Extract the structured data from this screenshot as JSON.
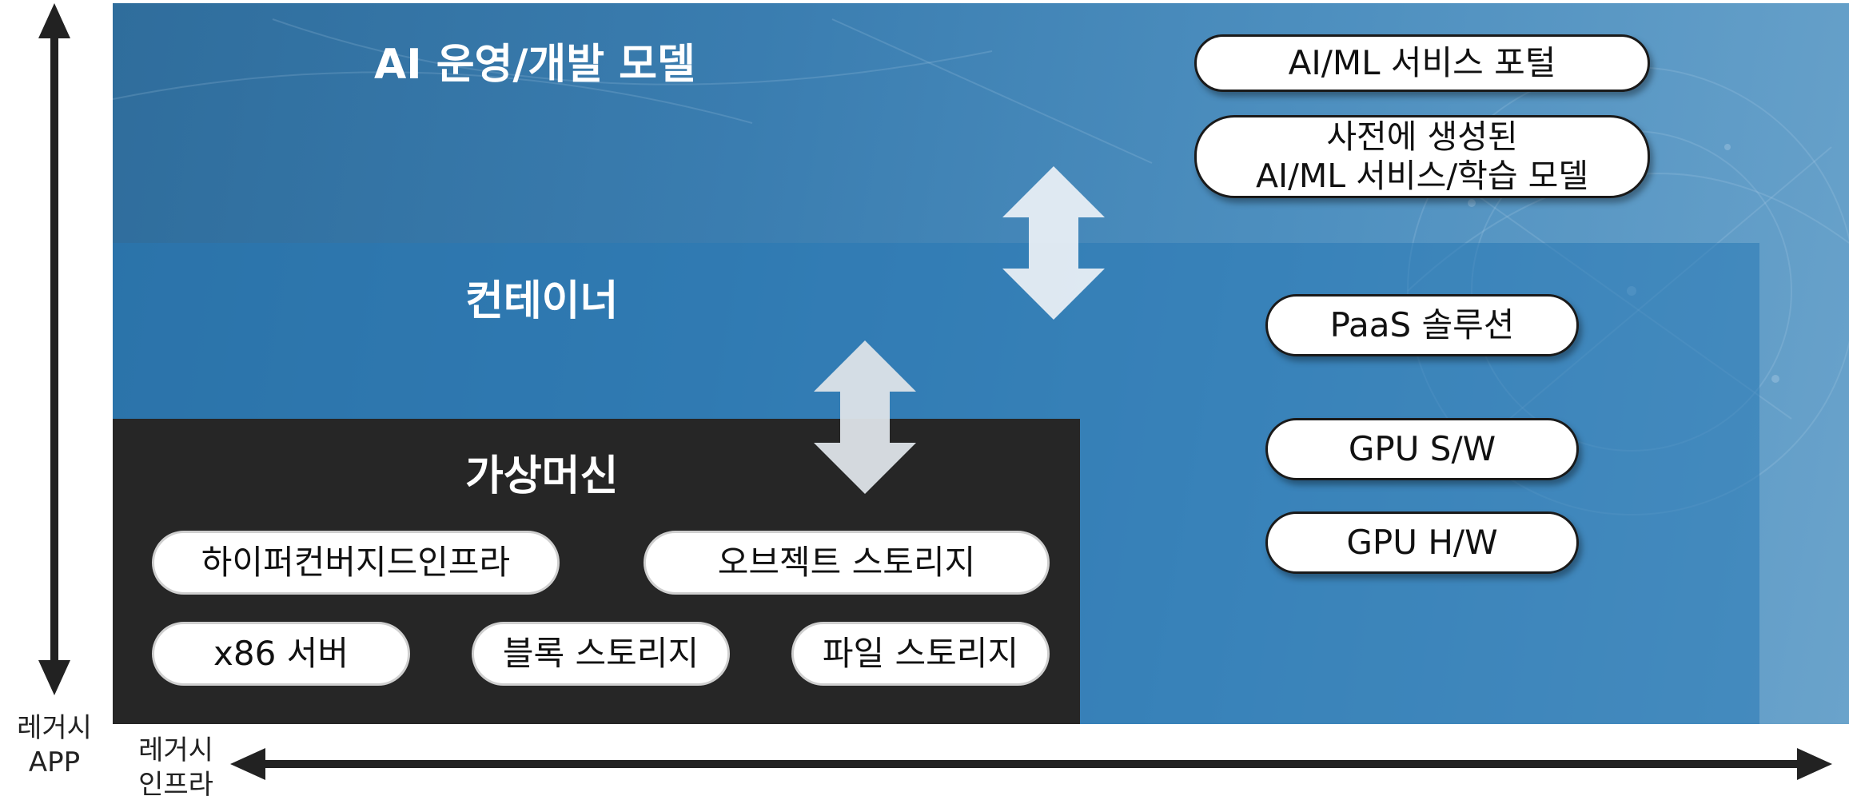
{
  "sections": {
    "ai": {
      "title": "AI 운영/개발 모델"
    },
    "container": {
      "title": "컨테이너"
    },
    "vm": {
      "title": "가상머신"
    }
  },
  "pills": {
    "ai_portal": "AI/ML 서비스 포털",
    "ai_pretrained_line1": "사전에 생성된",
    "ai_pretrained_line2": "AI/ML 서비스/학습 모델",
    "paas": "PaaS 솔루션",
    "gpu_sw": "GPU S/W",
    "gpu_hw": "GPU H/W",
    "hci": "하이퍼컨버지드인프라",
    "object_storage": "오브젝트 스토리지",
    "x86_server": "x86 서버",
    "block_storage": "블록 스토리지",
    "file_storage": "파일 스토리지"
  },
  "axes": {
    "vertical_label_line1": "레거시",
    "vertical_label_line2": "APP",
    "horizontal_label_line1": "레거시",
    "horizontal_label_line2": "인프라"
  },
  "colors": {
    "ai_layer": "#3a7db0",
    "container_layer": "#2f7ab5",
    "vm_layer": "#262626",
    "arrow_fill": "#e8eef4"
  }
}
